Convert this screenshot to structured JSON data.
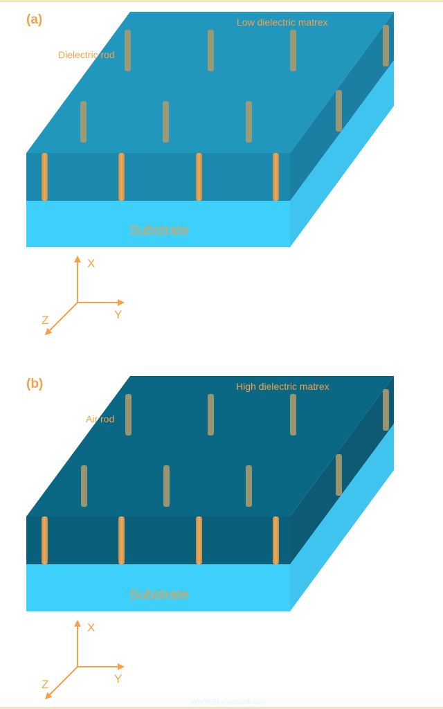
{
  "watermark": "WWW.SkyTechtech.com",
  "panels": [
    {
      "label": "(a)",
      "matrix_label": "Low dielectric matrex",
      "rod_label": "Dielectric rod",
      "substrate_label": "Substrate",
      "axes": {
        "x": "X",
        "y": "Y",
        "z": "Z"
      },
      "colors": {
        "top": "#2197bd",
        "front": "#1b88ad",
        "side": "#1a7fa3",
        "substrate_front": "#3dd0fb",
        "substrate_side": "#3fc3ef"
      }
    },
    {
      "label": "(b)",
      "matrix_label": "High dielectric matrex",
      "rod_label": "Air rod",
      "substrate_label": "Substrate",
      "axes": {
        "x": "X",
        "y": "Y",
        "z": "Z"
      },
      "colors": {
        "top": "#0b6885",
        "front": "#0a5f7a",
        "side": "#0c5a73",
        "substrate_front": "#3dd0fb",
        "substrate_side": "#3fc3ef"
      }
    }
  ],
  "colors": {
    "accent": "#f5a14a",
    "rod": "#d89a52",
    "rod_back": "#a79a6e"
  }
}
